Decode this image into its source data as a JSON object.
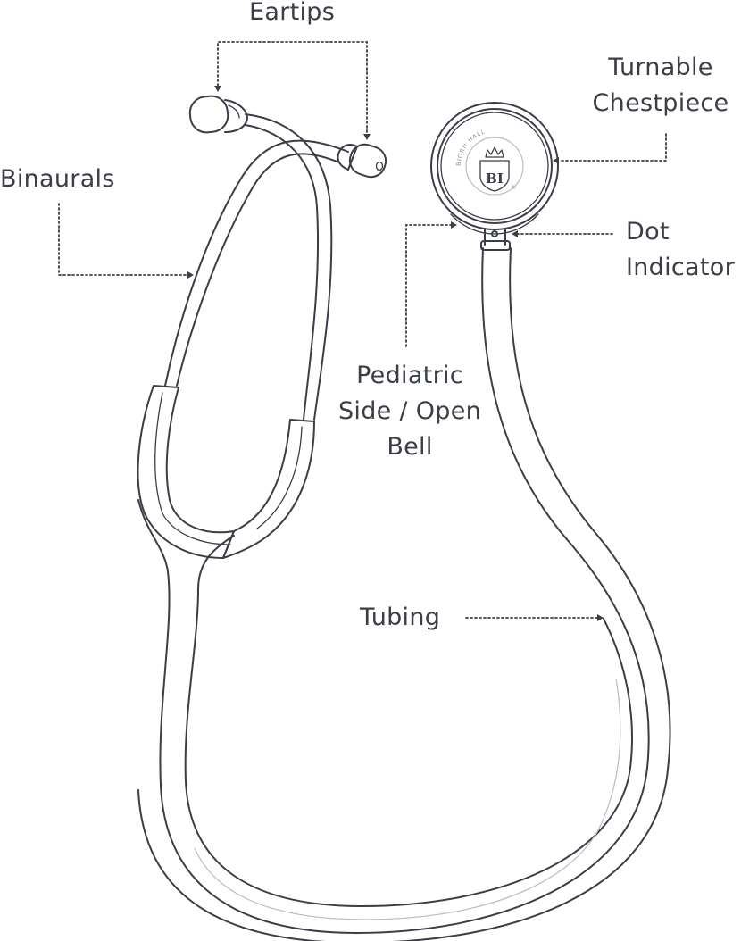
{
  "labels": {
    "eartips": "Eartips",
    "binaurals": "Binaurals",
    "chestpiece_line1": "Turnable",
    "chestpiece_line2": "Chestpiece",
    "dot_line1": "Dot",
    "dot_line2": "Indicator",
    "pediatric_line1": "Pediatric",
    "pediatric_line2": "Side / Open",
    "pediatric_line3": "Bell",
    "tubing": "Tubing"
  },
  "chestpiece_logo": {
    "monogram": "BI",
    "ring_text": "BJORN HALL",
    "registered": "®"
  },
  "colors": {
    "ink": "#3b3e46",
    "background": "#ffffff"
  }
}
